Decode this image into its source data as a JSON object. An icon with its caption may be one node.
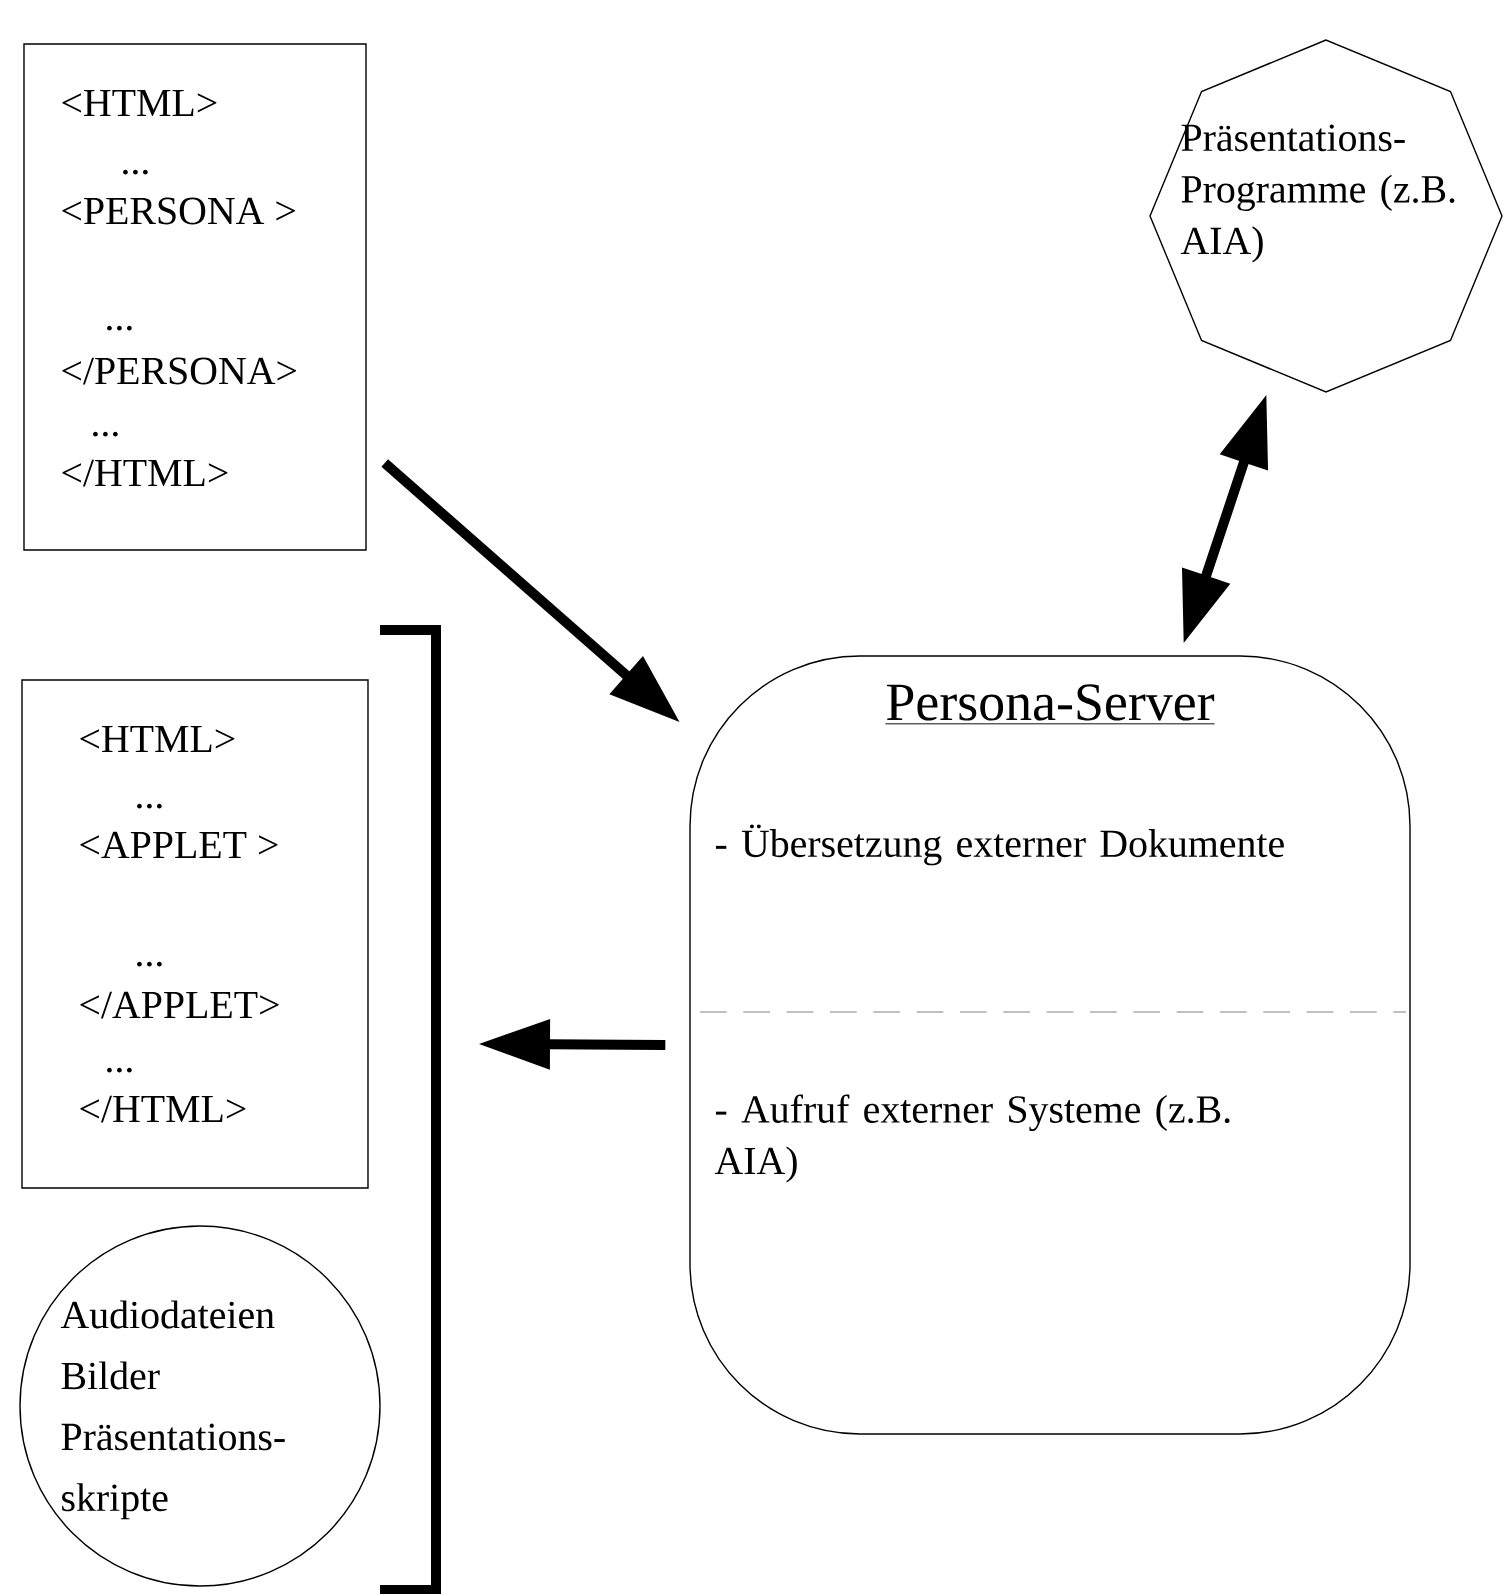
{
  "diagram": {
    "nodes": [
      {
        "text": [
          "<HTML>",
          "...",
          "<PERSONA >",
          "...",
          "</PERSONA>",
          "...",
          "</HTML>"
        ]
      },
      {
        "text": [
          "Präsentations-Programme (z.B. AIA)"
        ]
      },
      {
        "text": [
          "Persona-Server",
          "- Übersetzung externer Dokumente",
          "- Aufruf externer Systeme (z.B. AIA)"
        ]
      },
      {
        "text": [
          "<HTML>",
          "...",
          "<APPLET >",
          "...",
          "</APPLET>",
          "...",
          "</HTML>"
        ]
      },
      {
        "text": [
          "Audiodateien Bilder Präsentations-skripte"
        ]
      }
    ],
    "edges": [
      {
        "from": 0,
        "to": 2,
        "arrow": "to"
      },
      {
        "from": 1,
        "to": 2,
        "arrow": "both"
      },
      {
        "from": 2,
        "to": null,
        "arrow": "to"
      }
    ]
  }
}
